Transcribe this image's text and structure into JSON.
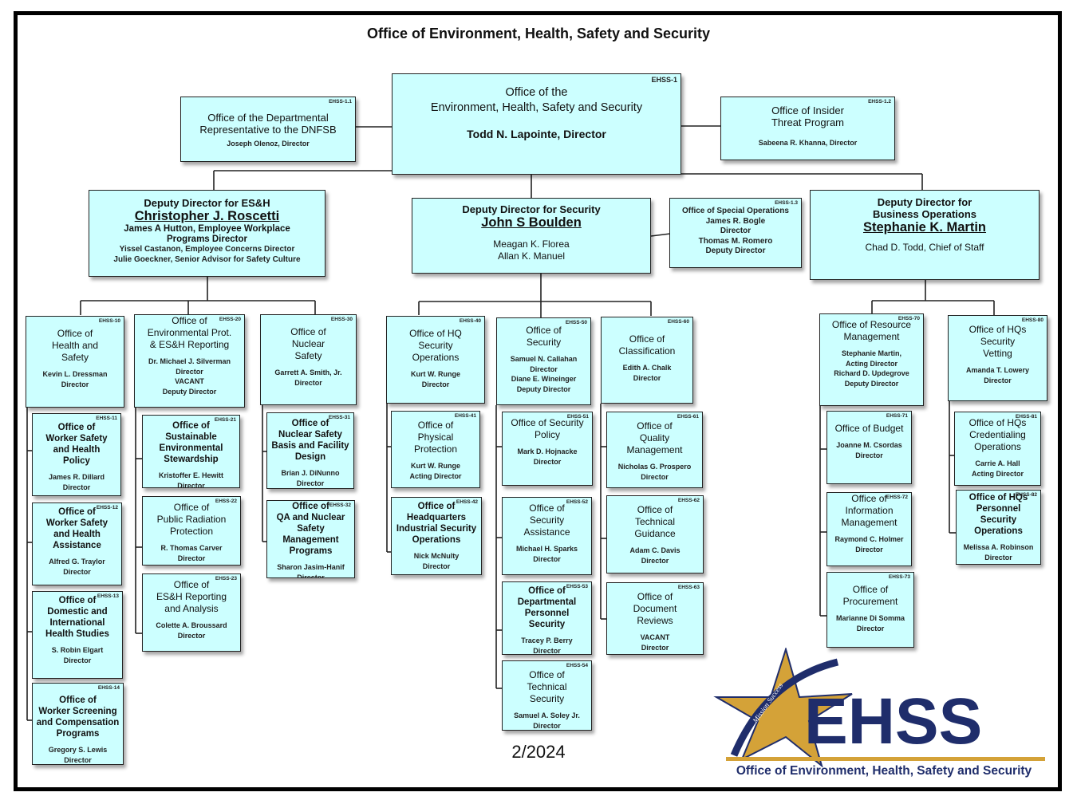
{
  "title": "Office of Environment, Health, Safety and Security",
  "date": "2/2024",
  "logo": {
    "wordmark": "EHSS",
    "tagline": "Mission Success",
    "subtitle": "Office of Environment, Health, Safety and Security",
    "colors": {
      "navy": "#1f2d6b",
      "gold": "#d4a238"
    }
  },
  "box_color": "#ccffff",
  "top": {
    "director": {
      "code": "EHSS-1",
      "title1": "Office of the",
      "title2": "Environment, Health, Safety and Security",
      "name": "Todd N. Lapointe, Director"
    },
    "dnfsb": {
      "code": "EHSS-1.1",
      "title1": "Office of the Departmental",
      "title2": "Representative to the DNFSB",
      "name": "Joseph Olenoz, Director"
    },
    "insider": {
      "code": "EHSS-1.2",
      "title1": "Office of Insider",
      "title2": "Threat Program",
      "name": "Sabeena R. Khanna, Director"
    }
  },
  "deputies": {
    "esh": {
      "title": "Deputy Director for ES&H",
      "name": "Christopher J. Roscetti",
      "l1": "James A Hutton, Employee Workplace",
      "l2": "Programs Director",
      "l3": "Yissel Castanon, Employee Concerns Director",
      "l4": "Julie Goeckner, Senior Advisor for Safety Culture"
    },
    "security": {
      "title": "Deputy Director for Security",
      "name": "John S Boulden",
      "l1": "Meagan K. Florea",
      "l2": "Allan K. Manuel"
    },
    "special_ops": {
      "code": "EHSS-1.3",
      "l1": "Office of Special Operations",
      "l2": "James R. Bogle",
      "l3": "Director",
      "l4": "Thomas M. Romero",
      "l5": "Deputy Director"
    },
    "business": {
      "title1": "Deputy Director for",
      "title2": "Business Operations",
      "name": "Stephanie K. Martin",
      "l1": "Chad D. Todd, Chief of Staff"
    }
  },
  "offices": {
    "ehss10": {
      "code": "EHSS-10",
      "t": [
        "Office of",
        "Health and",
        "Safety"
      ],
      "n": [
        "Kevin L. Dressman",
        "Director"
      ]
    },
    "ehss11": {
      "code": "EHSS-11",
      "t": [
        "Office of",
        "Worker Safety",
        "and Health",
        "Policy"
      ],
      "n": [
        "James R. Dillard",
        "Director"
      ]
    },
    "ehss12": {
      "code": "EHSS-12",
      "t": [
        "Office of",
        "Worker Safety",
        "and Health",
        "Assistance"
      ],
      "n": [
        "Alfred G. Traylor",
        "Director"
      ]
    },
    "ehss13": {
      "code": "EHSS-13",
      "t": [
        "Office of",
        "Domestic and",
        "International",
        "Health Studies"
      ],
      "n": [
        "S. Robin Elgart",
        "Director"
      ]
    },
    "ehss14": {
      "code": "EHSS-14",
      "t": [
        "Office of",
        "Worker Screening",
        "and Compensation",
        "Programs"
      ],
      "n": [
        "Gregory S. Lewis",
        "Director"
      ]
    },
    "ehss20": {
      "code": "EHSS-20",
      "t": [
        "Office of",
        "Environmental Prot.",
        "& ES&H Reporting"
      ],
      "n": [
        "Dr. Michael J. Silverman",
        "Director",
        "VACANT",
        "Deputy Director"
      ]
    },
    "ehss21": {
      "code": "EHSS-21",
      "t": [
        "Office of",
        "Sustainable",
        "Environmental",
        "Stewardship"
      ],
      "n": [
        "Kristoffer E. Hewitt",
        "Director"
      ]
    },
    "ehss22": {
      "code": "EHSS-22",
      "t": [
        "Office of",
        "Public Radiation",
        "Protection"
      ],
      "n": [
        "R. Thomas Carver",
        "Director"
      ]
    },
    "ehss23": {
      "code": "EHSS-23",
      "t": [
        "Office of",
        "ES&H Reporting",
        "and Analysis"
      ],
      "n": [
        "Colette A. Broussard",
        "Director"
      ]
    },
    "ehss30": {
      "code": "EHSS-30",
      "t": [
        "Office of",
        "Nuclear",
        "Safety"
      ],
      "n": [
        "Garrett A. Smith, Jr.",
        "Director"
      ]
    },
    "ehss31": {
      "code": "EHSS-31",
      "t": [
        "Office of",
        "Nuclear Safety",
        "Basis and Facility",
        "Design"
      ],
      "n": [
        "Brian J. DiNunno",
        "Director"
      ]
    },
    "ehss32": {
      "code": "EHSS-32",
      "t": [
        "Office of",
        "QA and Nuclear",
        "Safety",
        "Management",
        "Programs"
      ],
      "n": [
        "Sharon Jasim-Hanif",
        "Director"
      ]
    },
    "ehss40": {
      "code": "EHSS-40",
      "t": [
        "Office of HQ",
        "Security",
        "Operations"
      ],
      "n": [
        "Kurt W. Runge",
        "Director"
      ]
    },
    "ehss41": {
      "code": "EHSS-41",
      "t": [
        "Office of",
        "Physical",
        "Protection"
      ],
      "n": [
        "Kurt W. Runge",
        "Acting Director"
      ]
    },
    "ehss42": {
      "code": "EHSS-42",
      "t": [
        "Office of",
        "Headquarters",
        "Industrial Security",
        "Operations"
      ],
      "n": [
        "Nick McNulty",
        "Director"
      ]
    },
    "ehss50": {
      "code": "EHSS-50",
      "t": [
        "Office of",
        "Security"
      ],
      "n": [
        "Samuel N. Callahan",
        "Director",
        "Diane E. Wineinger",
        "Deputy Director"
      ]
    },
    "ehss51": {
      "code": "EHSS-51",
      "t": [
        "Office of Security",
        "Policy"
      ],
      "n": [
        "Mark D. Hojnacke",
        "Director"
      ]
    },
    "ehss52": {
      "code": "EHSS-52",
      "t": [
        "Office of",
        "Security",
        "Assistance"
      ],
      "n": [
        "Michael H. Sparks",
        "Director"
      ]
    },
    "ehss53": {
      "code": "EHSS-53",
      "t": [
        "Office of",
        "Departmental",
        "Personnel",
        "Security"
      ],
      "n": [
        "Tracey P. Berry",
        "Director"
      ]
    },
    "ehss54": {
      "code": "EHSS-54",
      "t": [
        "Office of",
        "Technical",
        "Security"
      ],
      "n": [
        "Samuel A. Soley Jr.",
        "Director"
      ]
    },
    "ehss60": {
      "code": "EHSS-60",
      "t": [
        "Office of",
        "Classification"
      ],
      "n": [
        "Edith A. Chalk",
        "Director"
      ]
    },
    "ehss61": {
      "code": "EHSS-61",
      "t": [
        "Office of",
        "Quality",
        "Management"
      ],
      "n": [
        "Nicholas G. Prospero",
        "Director"
      ]
    },
    "ehss62": {
      "code": "EHSS-62",
      "t": [
        "Office of",
        "Technical",
        "Guidance"
      ],
      "n": [
        "Adam C. Davis",
        "Director"
      ]
    },
    "ehss63": {
      "code": "EHSS-63",
      "t": [
        "Office of",
        "Document",
        "Reviews"
      ],
      "n": [
        "VACANT",
        "Director"
      ]
    },
    "ehss70": {
      "code": "EHSS-70",
      "t": [
        "Office of Resource",
        "Management"
      ],
      "n": [
        "Stephanie Martin,",
        "Acting Director",
        "Richard D. Updegrove",
        "Deputy Director"
      ]
    },
    "ehss71": {
      "code": "EHSS-71",
      "t": [
        "Office of Budget"
      ],
      "n": [
        "Joanne M. Csordas",
        "Director"
      ]
    },
    "ehss72": {
      "code": "EHSS-72",
      "t": [
        "Office of",
        "Information",
        "Management"
      ],
      "n": [
        "Raymond C. Holmer",
        "Director"
      ]
    },
    "ehss73": {
      "code": "EHSS-73",
      "t": [
        "Office of",
        "Procurement"
      ],
      "n": [
        "Marianne Di Somma",
        "Director"
      ]
    },
    "ehss80": {
      "code": "EHSS-80",
      "t": [
        "Office of HQs",
        "Security",
        "Vetting"
      ],
      "n": [
        "Amanda T. Lowery",
        "Director"
      ]
    },
    "ehss81": {
      "code": "EHSS-81",
      "t": [
        "Office of HQs",
        "Credentialing",
        "Operations"
      ],
      "n": [
        "Carrie A. Hall",
        "Acting Director"
      ]
    },
    "ehss82": {
      "code": "EHSS-82",
      "t": [
        "Office of HQs",
        "Personnel",
        "Security",
        "Operations"
      ],
      "n": [
        "Melissa A. Robinson",
        "Director"
      ]
    }
  }
}
